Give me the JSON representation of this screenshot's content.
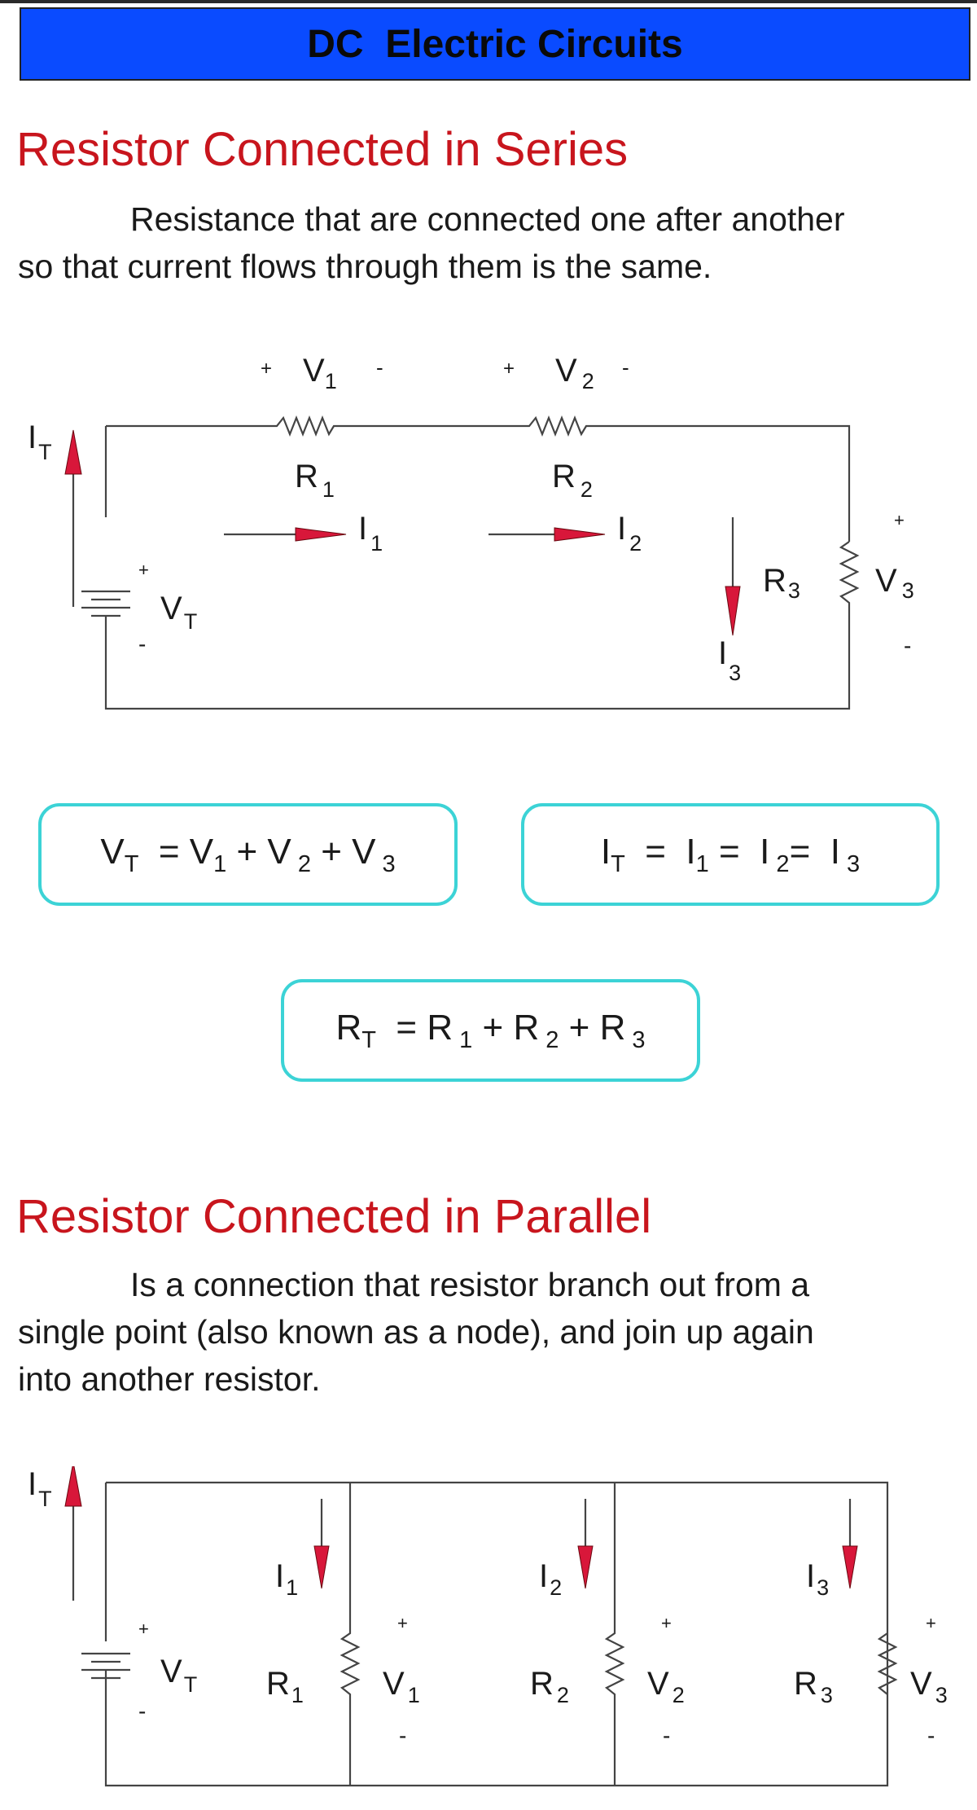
{
  "header": {
    "title": "DC  Electric Circuits"
  },
  "series": {
    "heading": "Resistor Connected in Series",
    "paragraph_lines": [
      "Resistance that are connected one after another",
      "so that current flows through them is the same."
    ],
    "equations": {
      "voltage": "V_T = V_1 + V_2 + V_3",
      "current": "I_T = I_1 = I_2 = I_3",
      "resistance": "R_T = R_1 + R_2 + R_3"
    }
  },
  "parallel": {
    "heading": "Resistor Connected in Parallel",
    "paragraph_lines": [
      "Is a connection that resistor branch out from a",
      "single point (also known as a node), and join up again",
      "into another resistor."
    ]
  },
  "colors": {
    "banner": "#0a4bff",
    "heading": "#c8151d",
    "arrow": "#d8173a",
    "equation_border": "#3cd3d6"
  }
}
